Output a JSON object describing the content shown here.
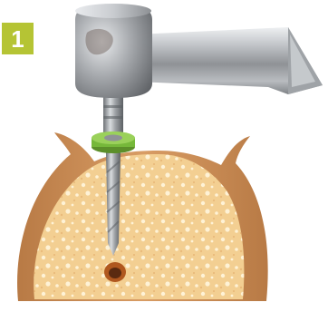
{
  "step": {
    "number": "1"
  },
  "colors": {
    "badge": "#b5c434",
    "bone": "#f3cf92",
    "bone_pore": "#fff6dd",
    "gum": "#c98c55",
    "ring": "#76b83a",
    "metal": "#a3a6aa"
  },
  "illustration": {
    "subject_icon": "dental-handpiece-drill-icon",
    "parts": [
      "handpiece",
      "drill-bit",
      "depth-stop-ring",
      "bone-section",
      "gum-tissue",
      "osteotomy-cavity"
    ]
  }
}
